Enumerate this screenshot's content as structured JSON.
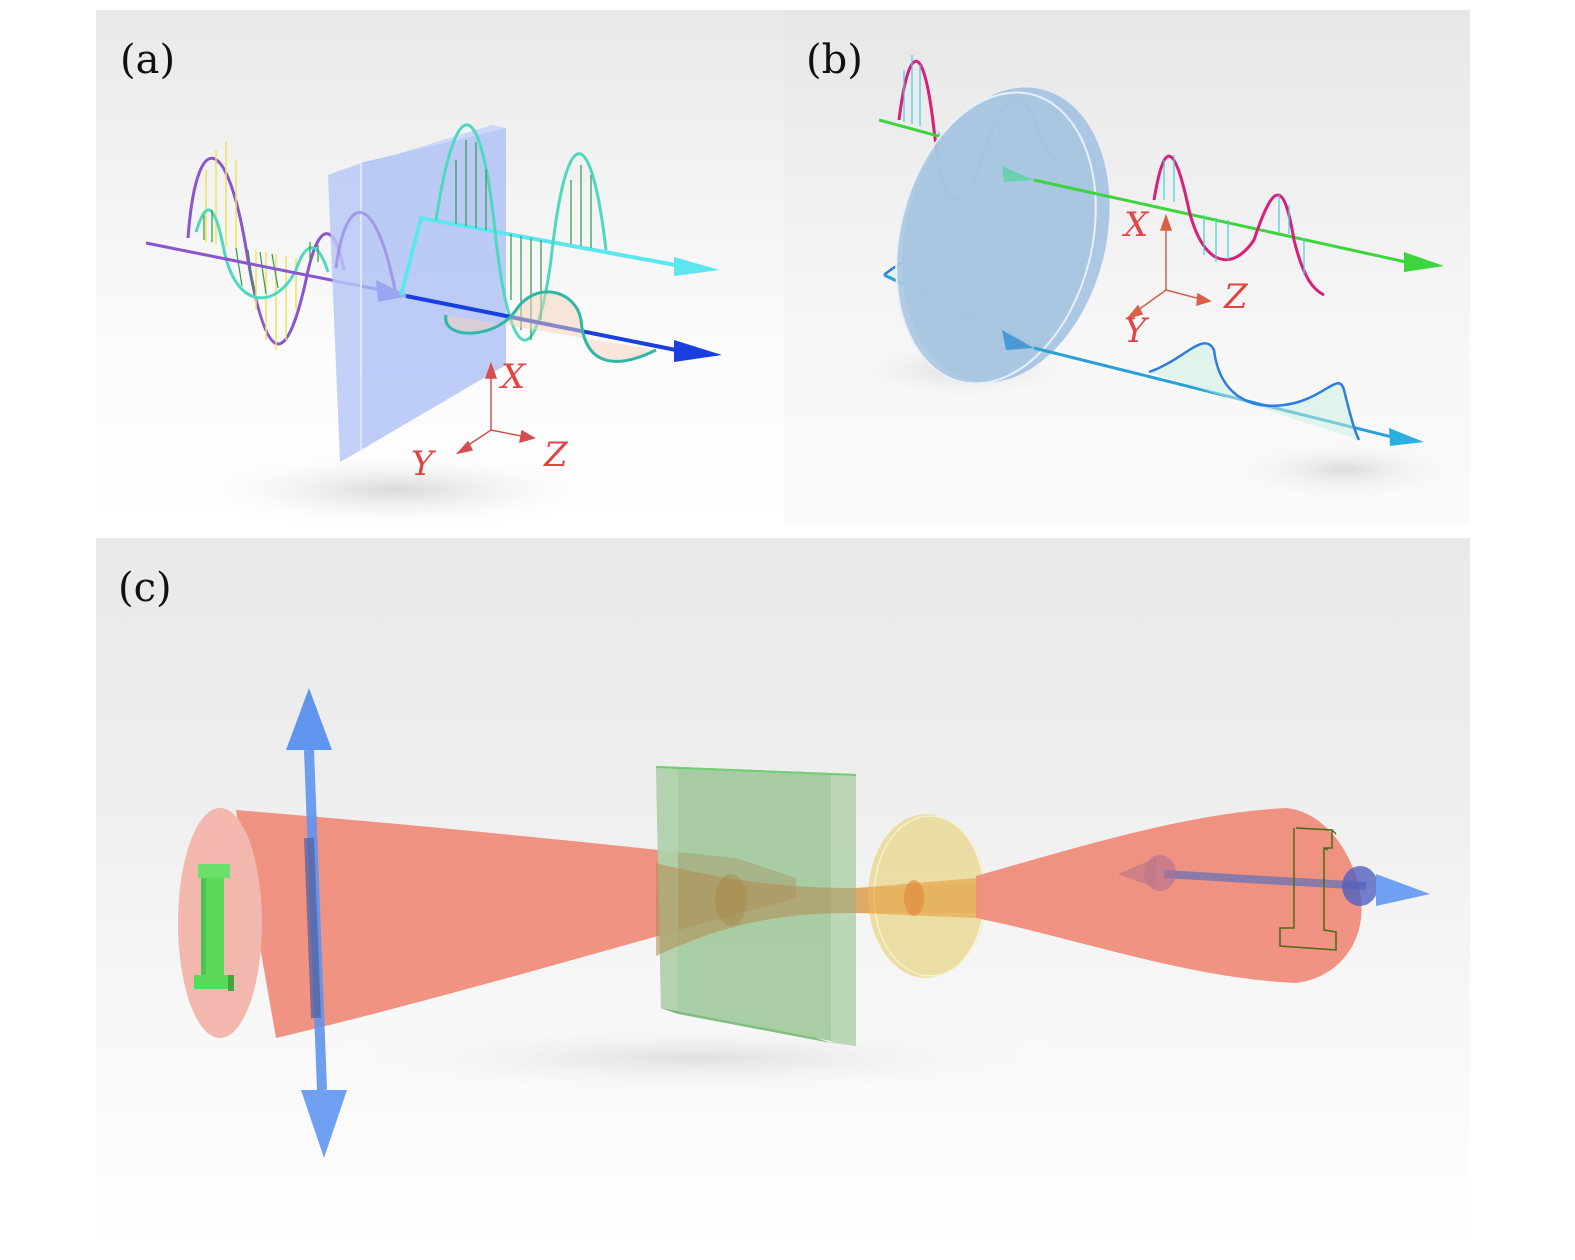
{
  "panels": {
    "a": {
      "label": "(a)",
      "axes": {
        "x": "X",
        "y": "Y",
        "z": "Z"
      }
    },
    "b": {
      "label": "(b)",
      "axes": {
        "x": "X",
        "y": "Y",
        "z": "Z"
      }
    },
    "c": {
      "label": "(c)"
    }
  },
  "colors": {
    "axis_red": "#e04444",
    "purple_wave": "#8a55d0",
    "teal_wave": "#4fd8c0",
    "cyan_beam": "#5ee6ee",
    "blue_beam": "#1a3fe0",
    "plate_blue": "#a9bdf5",
    "magenta_wave": "#d81f7a",
    "green_beam": "#3ed43e",
    "disk_blue": "#a9c6e0",
    "blue_wave": "#2f7be0",
    "laser_red": "#f08a78",
    "plate_green": "#8fbf8a",
    "lens_yellow": "#e8d890",
    "arrow_blue": "#5f95ee",
    "object_green": "#5ad95a"
  }
}
